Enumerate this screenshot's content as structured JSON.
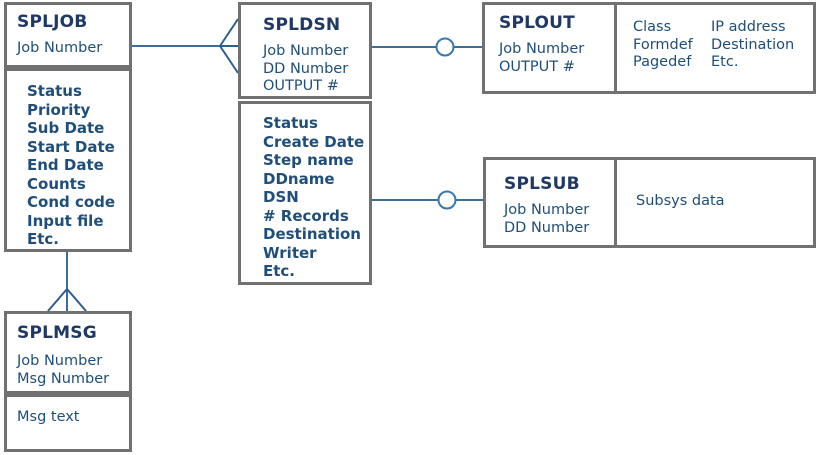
{
  "diagram": {
    "title_color": "#1f3864",
    "attr_color": "#1f4e79",
    "box_border_color": "#717171",
    "connector_color": "#3b6e99",
    "entities": {
      "spljob": {
        "name": "SPLJOB",
        "keys": "Job Number",
        "attrs": "Status\nPriority\nSub Date\nStart Date\nEnd Date\nCounts\nCond code\nInput file\nEtc."
      },
      "spldsn": {
        "name": "SPLDSN",
        "keys": "Job Number\nDD Number\nOUTPUT #",
        "attrs": "Status\nCreate Date\nStep name\nDDname\nDSN\n# Records\nDestination\nWriter\nEtc."
      },
      "splmsg": {
        "name": "SPLMSG",
        "keys": "Job Number\nMsg Number",
        "attrs": "Msg text"
      },
      "splout": {
        "name": "SPLOUT",
        "keys": "Job Number\nOUTPUT #",
        "attrs_col1": "Class\nFormdef\nPagedef",
        "attrs_col2": "IP address\nDestination\nEtc."
      },
      "splsub": {
        "name": "SPLSUB",
        "keys": "Job Number\nDD Number",
        "attrs": "Subsys data"
      }
    },
    "relationships": [
      {
        "from": "SPLJOB",
        "to": "SPLDSN",
        "to_cardinality": "many",
        "notation": "crow-foot"
      },
      {
        "from": "SPLDSN",
        "to": "SPLOUT",
        "to_cardinality": "zero-or-one",
        "notation": "circle"
      },
      {
        "from": "SPLDSN",
        "to": "SPLSUB",
        "to_cardinality": "zero-or-one",
        "notation": "circle"
      },
      {
        "from": "SPLJOB",
        "to": "SPLMSG",
        "to_cardinality": "many",
        "notation": "crow-foot"
      }
    ]
  }
}
